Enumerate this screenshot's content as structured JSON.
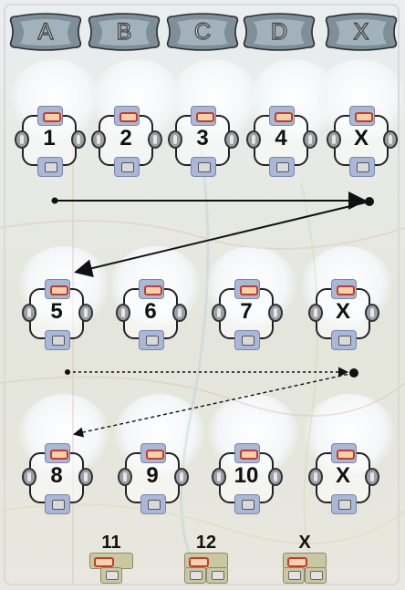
{
  "columns": [
    {
      "label": "A"
    },
    {
      "label": "B"
    },
    {
      "label": "C"
    },
    {
      "label": "D"
    },
    {
      "label": "X"
    }
  ],
  "rows": [
    {
      "slots": [
        {
          "label": "1"
        },
        {
          "label": "2"
        },
        {
          "label": "3"
        },
        {
          "label": "4"
        },
        {
          "label": "X"
        }
      ]
    },
    {
      "slots": [
        {
          "label": "5"
        },
        {
          "label": "6"
        },
        {
          "label": "7"
        },
        {
          "label": "X"
        }
      ]
    },
    {
      "slots": [
        {
          "label": "8"
        },
        {
          "label": "9"
        },
        {
          "label": "10"
        },
        {
          "label": "X"
        }
      ]
    }
  ],
  "trays": [
    {
      "label": "11"
    },
    {
      "label": "12"
    },
    {
      "label": "X"
    }
  ],
  "arrows": [
    {
      "style": "solid",
      "color": "#111111"
    },
    {
      "style": "dashed",
      "color": "#111111"
    }
  ]
}
